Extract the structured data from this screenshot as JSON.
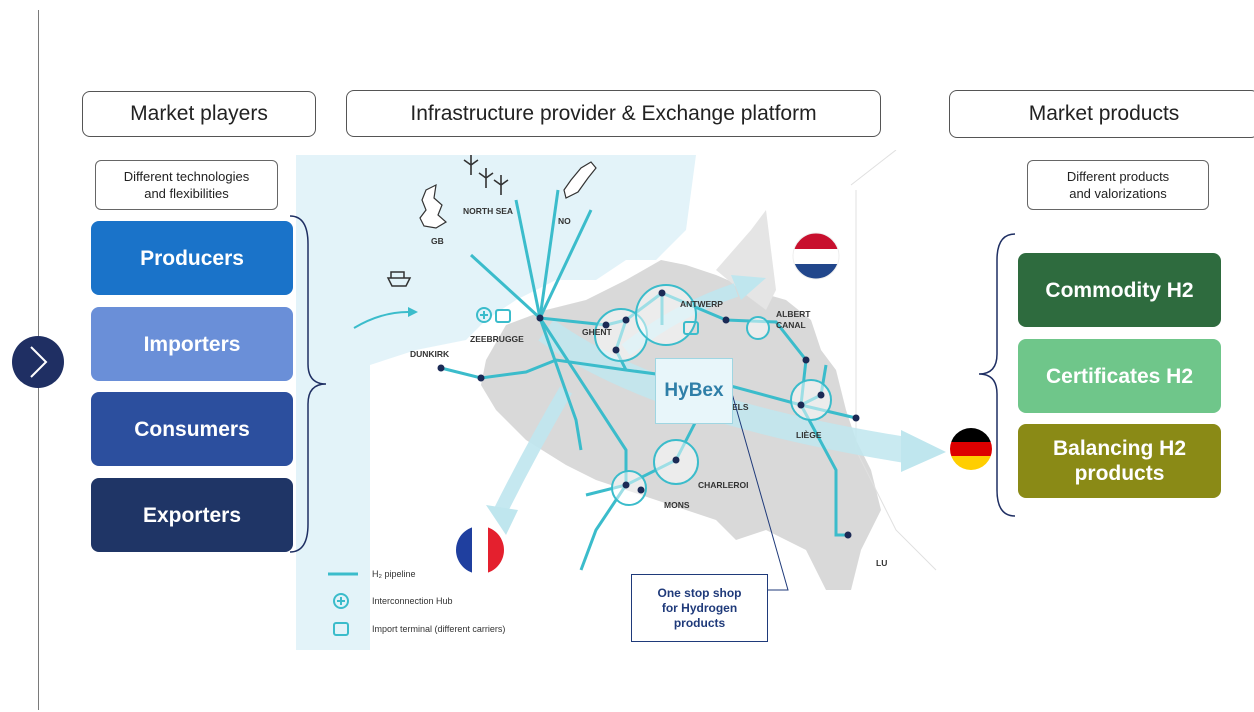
{
  "headers": {
    "market_players": "Market players",
    "infrastructure": "Infrastructure provider & Exchange platform",
    "market_products": "Market products"
  },
  "left_sub": {
    "line1": "Different technologies",
    "line2": "and flexibilities"
  },
  "right_sub": {
    "line1": "Different products",
    "line2": "and valorizations"
  },
  "players": [
    {
      "label": "Producers",
      "color": "#1a73c9"
    },
    {
      "label": "Importers",
      "color": "#6a8fd8"
    },
    {
      "label": "Consumers",
      "color": "#2c4f9e"
    },
    {
      "label": "Exporters",
      "color": "#1f3566"
    }
  ],
  "products": [
    {
      "label": "Commodity H2",
      "color": "#2e6b3e"
    },
    {
      "label": "Certificates H2",
      "color": "#6fc68a"
    },
    {
      "label": "Balancing H2 products",
      "line1": "Balancing H2",
      "line2": "products",
      "color": "#8a8a16"
    }
  ],
  "map": {
    "labels": {
      "gb": "GB",
      "north_sea": "NORTH SEA",
      "no": "NO",
      "zeebrugge": "ZEEBRUGGE",
      "dunkirk": "DUNKIRK",
      "ghent": "GHENT",
      "antwerp": "ANTWERP",
      "albert": "ALBERT",
      "canal": "CANAL",
      "els": "ELS",
      "liege": "LIÈGE",
      "charleroi": "CHARLEROI",
      "mons": "MONS",
      "lu": "LU"
    },
    "hybex": "HyBex",
    "accent": "#3bbccb"
  },
  "legend": {
    "pipeline": "H₂ pipeline",
    "hub": "Interconnection Hub",
    "terminal": "Import terminal (different carriers)"
  },
  "one_stop": {
    "line1": "One stop shop",
    "line2": "for Hydrogen",
    "line3": "products"
  }
}
